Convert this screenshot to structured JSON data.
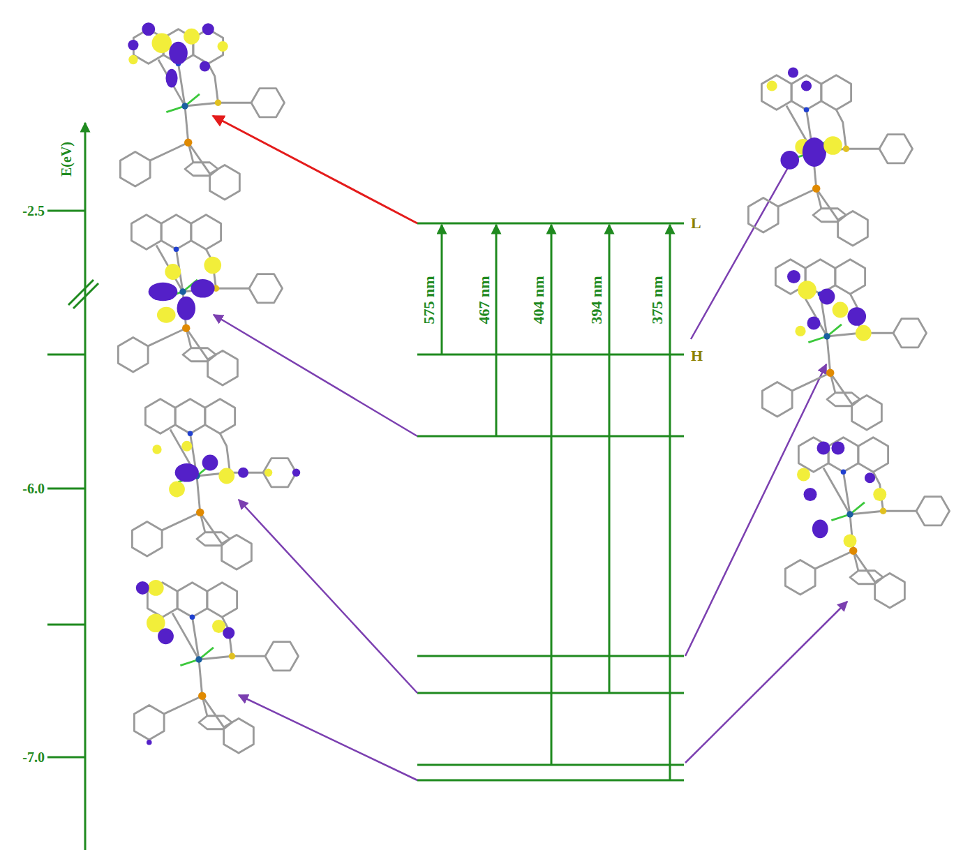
{
  "diagram": {
    "labels": [
      "E(eV)",
      "-2.5",
      "-6.0",
      "-7.0",
      "575 nm",
      "467 nm",
      "404 nm",
      "394 nm",
      "375 nm",
      "L",
      "H"
    ]
  }
}
